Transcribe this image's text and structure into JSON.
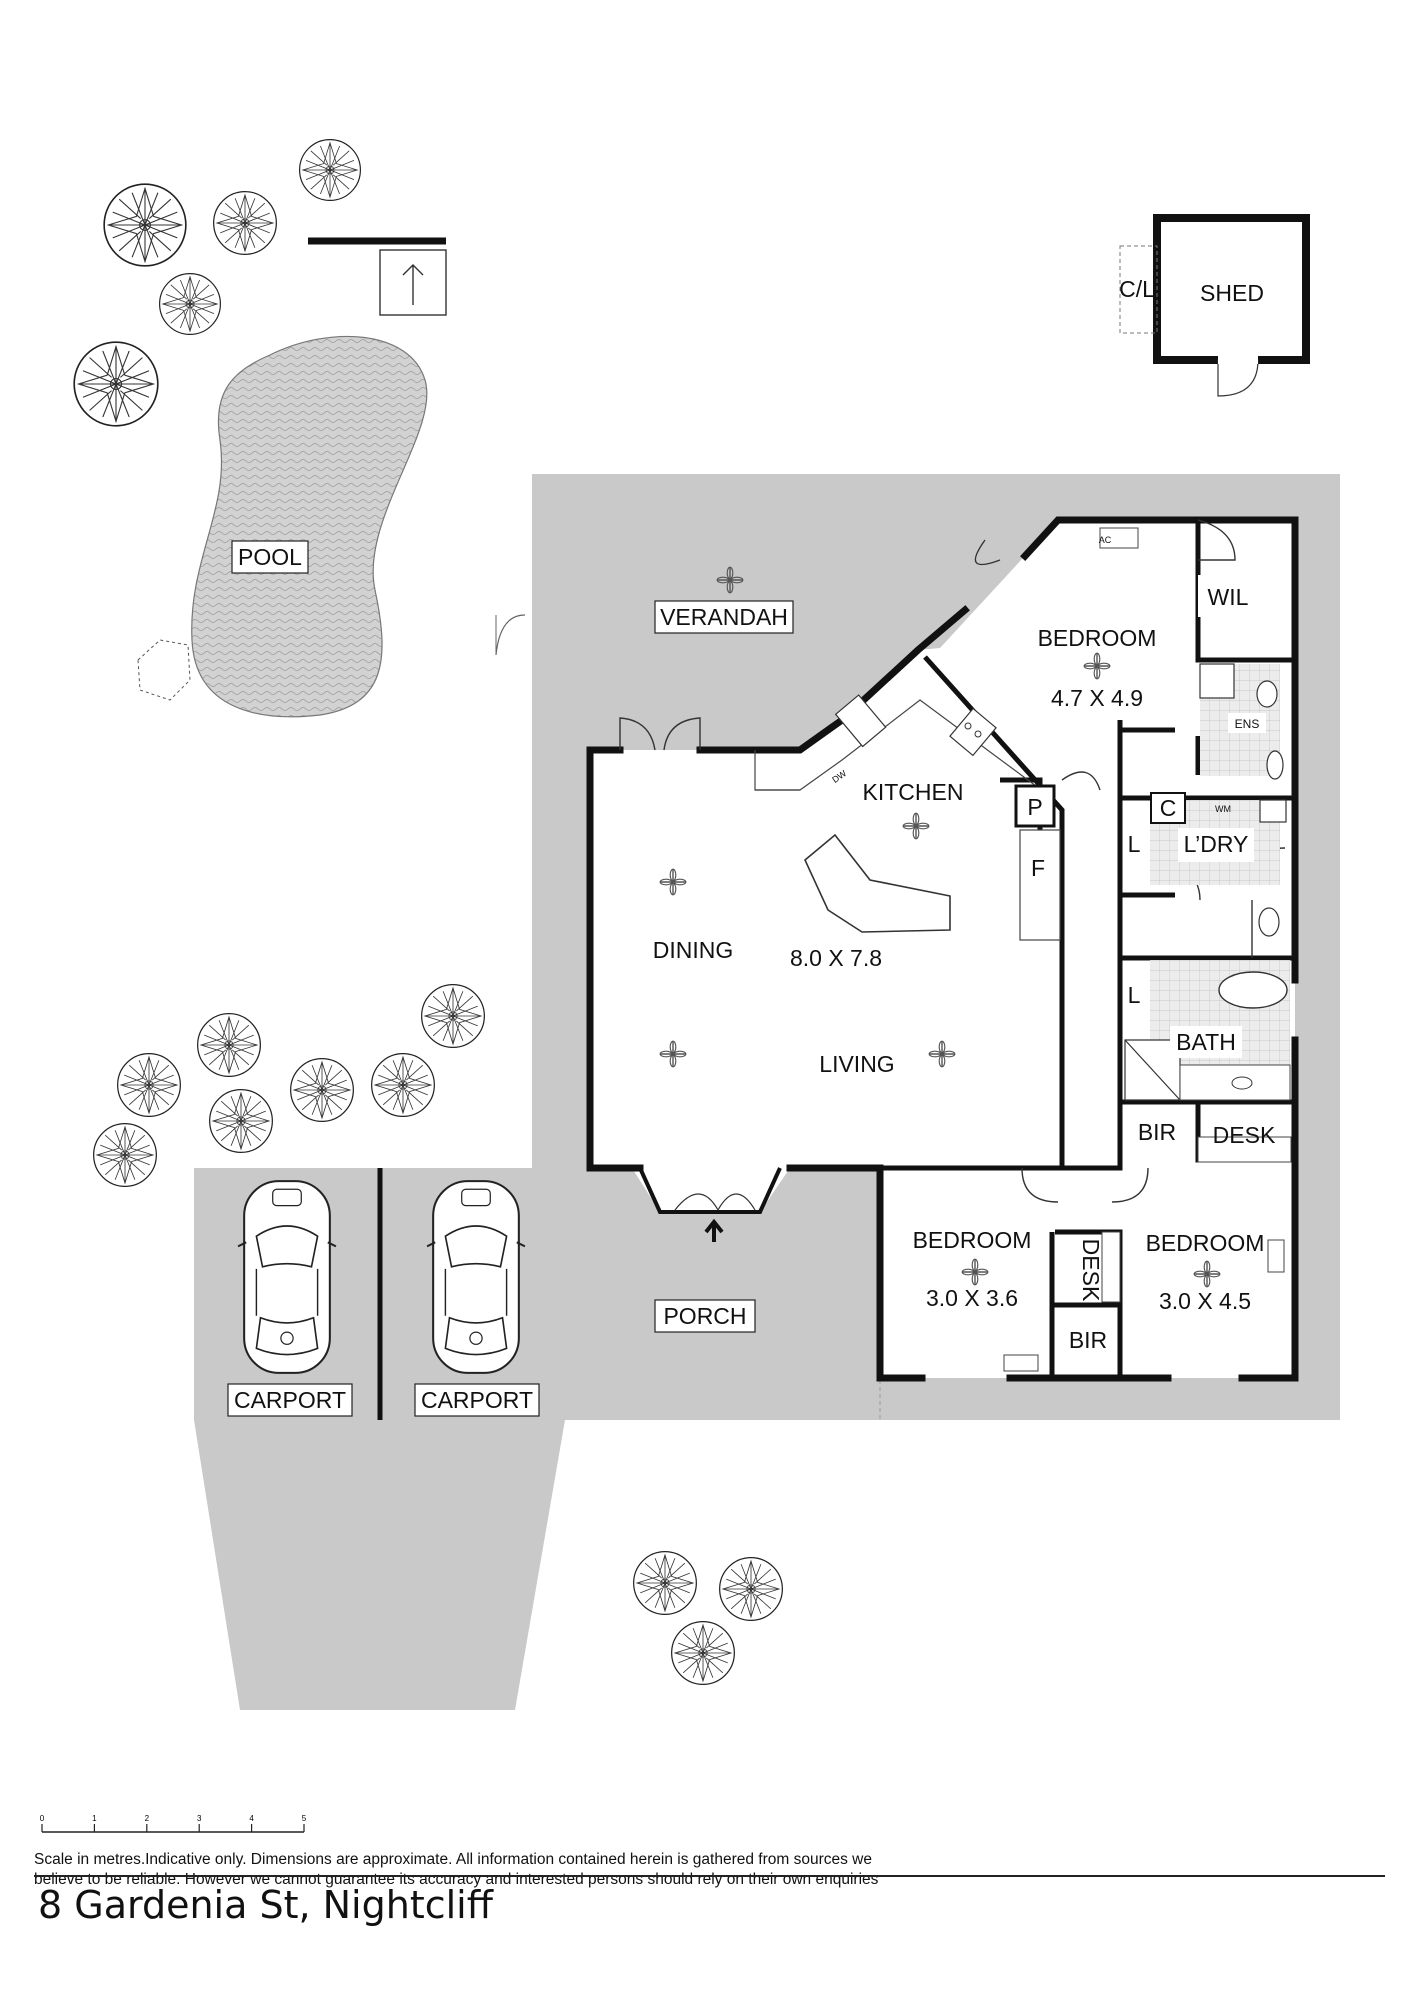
{
  "plan": {
    "rooms": {
      "pool": "POOL",
      "verandah": "VERANDAH",
      "shed": "SHED",
      "cl": "C/L",
      "bedroom_main": "BEDROOM",
      "bedroom_main_dim": "4.7 X 4.9",
      "wil": "WIL",
      "ens": "ENS",
      "kitchen": "KITCHEN",
      "dw": "DW",
      "p": "P",
      "f": "F",
      "c": "C",
      "wm": "WM",
      "l_laundry": "L",
      "laundry": "L’DRY",
      "dining": "DINING",
      "living_dim": "8.0 X 7.8",
      "living": "LIVING",
      "l_bath": "L",
      "bath": "BATH",
      "bir_top": "BIR",
      "desk_top": "DESK",
      "bedroom_2": "BEDROOM",
      "bedroom_2_dim": "3.0 X 3.6",
      "desk_vertical": "DESK",
      "bir_bottom": "BIR",
      "bedroom_3": "BEDROOM",
      "bedroom_3_dim": "3.0 X 4.5",
      "ac": "AC",
      "porch": "PORCH",
      "carport_1": "CARPORT",
      "carport_2": "CARPORT"
    },
    "scale": {
      "ticks": [
        "0",
        "1",
        "2",
        "3",
        "4",
        "5"
      ]
    }
  },
  "footer": {
    "disclaimer_line1": "Scale in metres.Indicative only. Dimensions are approximate. All information contained herein is gathered from sources we",
    "disclaimer_line2": "believe to be reliable. However we cannot guarantee its accuracy and interested persons should rely on their own enquiries",
    "address": "8 Gardenia St, Nightcliff"
  },
  "colors": {
    "ground": "#c8c8c8",
    "wall": "#111111",
    "pool": "#d4d4d4"
  }
}
